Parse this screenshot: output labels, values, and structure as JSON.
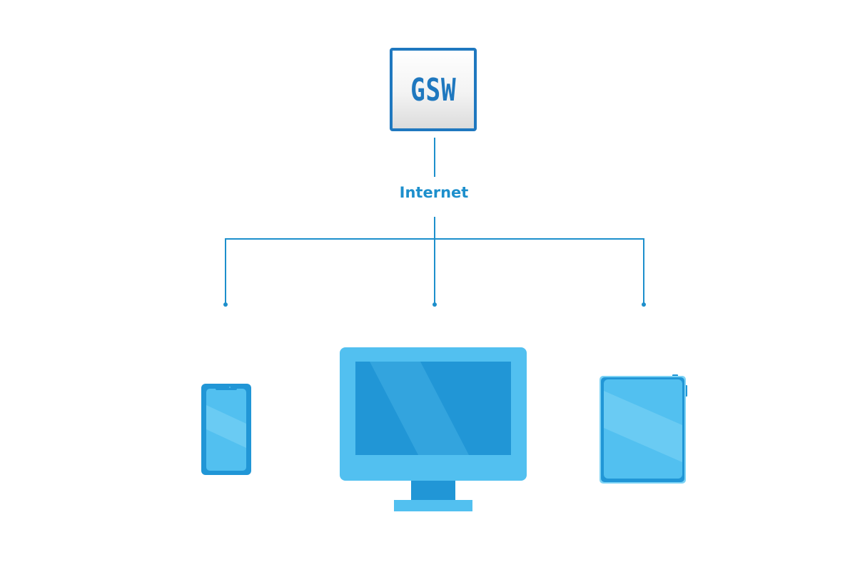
{
  "server": {
    "logo_text": "GSW",
    "icon": "server-logo-icon"
  },
  "network": {
    "label": "Internet"
  },
  "devices": [
    {
      "name": "smartphone",
      "icon": "smartphone-icon"
    },
    {
      "name": "desktop-monitor",
      "icon": "monitor-icon"
    },
    {
      "name": "tablet",
      "icon": "tablet-icon"
    }
  ],
  "colors": {
    "line": "#1d8fcc",
    "server_border": "#1f78bf",
    "device_light": "#52c0f0",
    "device_dark": "#2196d6",
    "device_highlight": "#7dd3f5"
  }
}
